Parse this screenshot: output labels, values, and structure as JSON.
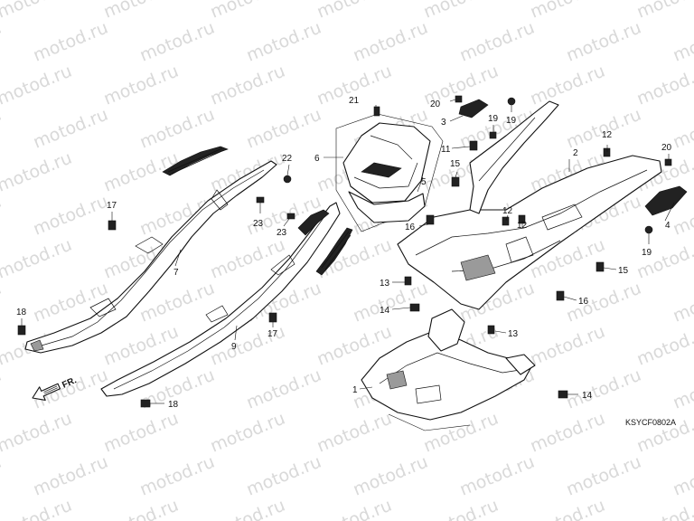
{
  "diagram": {
    "watermark_text": "motod.ru",
    "drawing_code": "KSYCF0802A",
    "direction_label": "FR.",
    "callouts": {
      "c1": "1",
      "c2": "2",
      "c3": "3",
      "c4": "4",
      "c5": "5",
      "c6": "6",
      "c7": "7",
      "c9": "9",
      "c11": "11",
      "c12a": "12",
      "c12b": "12",
      "c12c": "12",
      "c13a": "13",
      "c13b": "13",
      "c14a": "14",
      "c14b": "14",
      "c15a": "15",
      "c15b": "15",
      "c16a": "16",
      "c16b": "16",
      "c17a": "17",
      "c17b": "17",
      "c18a": "18",
      "c18b": "18",
      "c19a": "19",
      "c19b": "19",
      "c19c": "19",
      "c20a": "20",
      "c20b": "20",
      "c21": "21",
      "c22": "22",
      "c23a": "23",
      "c23b": "23"
    }
  }
}
